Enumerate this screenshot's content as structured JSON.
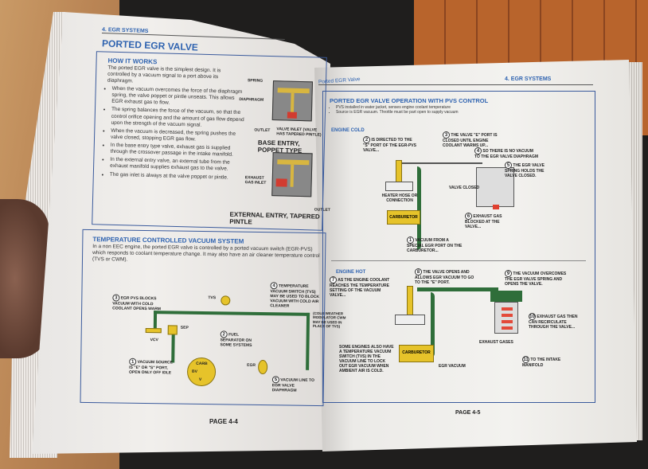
{
  "left_page": {
    "chapter": "4. EGR SYSTEMS",
    "title": "PORTED EGR VALVE",
    "how": {
      "heading": "HOW IT WORKS",
      "intro": "The ported EGR valve is the simplest design. It is controlled by a vacuum signal to a port above its diaphragm.",
      "bullets": [
        "When the vacuum overcomes the force of the diaphragm spring, the valve poppet or pintle unseats. This allows EGR exhaust gas to flow.",
        "The spring balances the force of the vacuum, so that the control orifice opening and the amount of gas flow depend upon the strength of the vacuum signal.",
        "When the vacuum is decreased, the spring pushes the valve closed, stopping EGR gas flow.",
        "In the base entry type valve, exhaust gas is supplied through the crossover passage in the intake manifold.",
        "In the external entry valve, an external tube from the exhaust manifold supplies exhaust gas to the valve.",
        "The gas inlet is always at the valve poppet or pintle."
      ],
      "labels": {
        "spring": "SPRING",
        "diaphragm": "DIAPHRAGM",
        "outlet": "OUTLET",
        "valve_inlet": "VALVE INLET (VALVE HAS TAPERED PINTLE)",
        "base_caption": "BASE ENTRY, POPPET TYPE",
        "exhaust_inlet": "EXHAUST GAS INLET",
        "outlet2": "OUTLET",
        "ext_caption": "EXTERNAL ENTRY, TAPERED PINTLE"
      }
    },
    "tcvs": {
      "heading": "TEMPERATURE CONTROLLED VACUUM SYSTEM",
      "intro": "In a non EEC engine, the ported EGR valve is controlled by a ported vacuum switch (EGR-PVS) which responds to coolant temperature change. It may also have an air cleaner temperature control (TVS or CWM).",
      "callouts": [
        {
          "n": "1",
          "text": "VACUUM SOURCE IS \"E\" OR \"S\" PORT, OPEN ONLY OFF IDLE"
        },
        {
          "n": "2",
          "text": "FUEL SEPARATOR ON SOME SYSTEMS"
        },
        {
          "n": "3",
          "text": "EGR PVS BLOCKS VACUUM WITH COLD COOLANT OPENS WARM"
        },
        {
          "n": "4",
          "text": "TEMPERATURE VACUUM SWITCH (TVS) MAY BE USED TO BLOCK VACUUM WITH COLD AIR CLEANER"
        },
        {
          "n": "5",
          "text": "VACUUM LINE TO EGR VALVE DIAPHRAGM"
        }
      ],
      "note": "(COLD WEATHER MODULATOR CWM MAY BE USED IN PLACE OF TVS)",
      "labels": {
        "tvs": "TVS",
        "vcv": "VCV",
        "sep": "SEP",
        "carb": "CARB",
        "bv": "BV",
        "v": "V",
        "egr": "EGR"
      }
    },
    "page": "PAGE 4-4"
  },
  "right_page": {
    "header_left": "Ported EGR Valve",
    "chapter": "4. EGR SYSTEMS",
    "title": "PORTED EGR VALVE OPERATION WITH PVS CONTROL",
    "bullets": [
      "PVS installed in water jacket, senses engine coolant temperature",
      "Source is EGR vacuum. Throttle must be part open to supply vacuum"
    ],
    "cold": {
      "heading": "ENGINE COLD",
      "callouts": [
        {
          "n": "1",
          "text": "VACUUM FROM A SPECIAL EGR PORT ON THE CARBURETOR..."
        },
        {
          "n": "2",
          "text": "IS DIRECTED TO THE \"S\" PORT OF THE EGR-PVS VALVE..."
        },
        {
          "n": "3",
          "text": "THE VALVE \"E\" PORT IS CLOSED UNTIL ENGINE COOLANT WARMS UP..."
        },
        {
          "n": "4",
          "text": "SO THERE IS NO VACUUM TO THE EGR VALVE DIAPHRAGM"
        },
        {
          "n": "5",
          "text": "THE EGR VALVE SPRING HOLDS THE VALVE CLOSED."
        },
        {
          "n": "6",
          "text": "EXHAUST GAS BLOCKED AT THE VALVE..."
        }
      ],
      "labels": {
        "heater": "HEATER HOSE OR CONNECTION",
        "carb": "CARBURETOR",
        "valve_closed": "VALVE CLOSED"
      }
    },
    "hot": {
      "heading": "ENGINE HOT",
      "callouts": [
        {
          "n": "7",
          "text": "AS THE ENGINE COOLANT REACHES THE TEMPERATURE SETTING OF THE VACUUM VALVE..."
        },
        {
          "n": "8",
          "text": "THE VALVE OPENS AND ALLOWS EGR VACUUM TO GO TO THE \"E\" PORT."
        },
        {
          "n": "9",
          "text": "THE VACUUM OVERCOMES THE EGR VALVE SPRING AND OPENS THE VALVE."
        },
        {
          "n": "10",
          "text": "EXHAUST GAS THEN CAN RECIRCULATE THROUGH THE VALVE..."
        },
        {
          "n": "11",
          "text": "TO THE INTAKE MANIFOLD"
        }
      ],
      "note": "SOME ENGINES ALSO HAVE A TEMPERATURE VACUUM SWITCH (TVS) IN THE VACUUM LINE TO LOCK OUT EGR VACUUM WHEN AMBIENT AIR IS COLD.",
      "labels": {
        "carb": "CARBURETOR",
        "egr_vacuum": "EGR VACUUM",
        "exhaust": "EXHAUST GASES"
      }
    },
    "page": "PAGE 4-5"
  }
}
